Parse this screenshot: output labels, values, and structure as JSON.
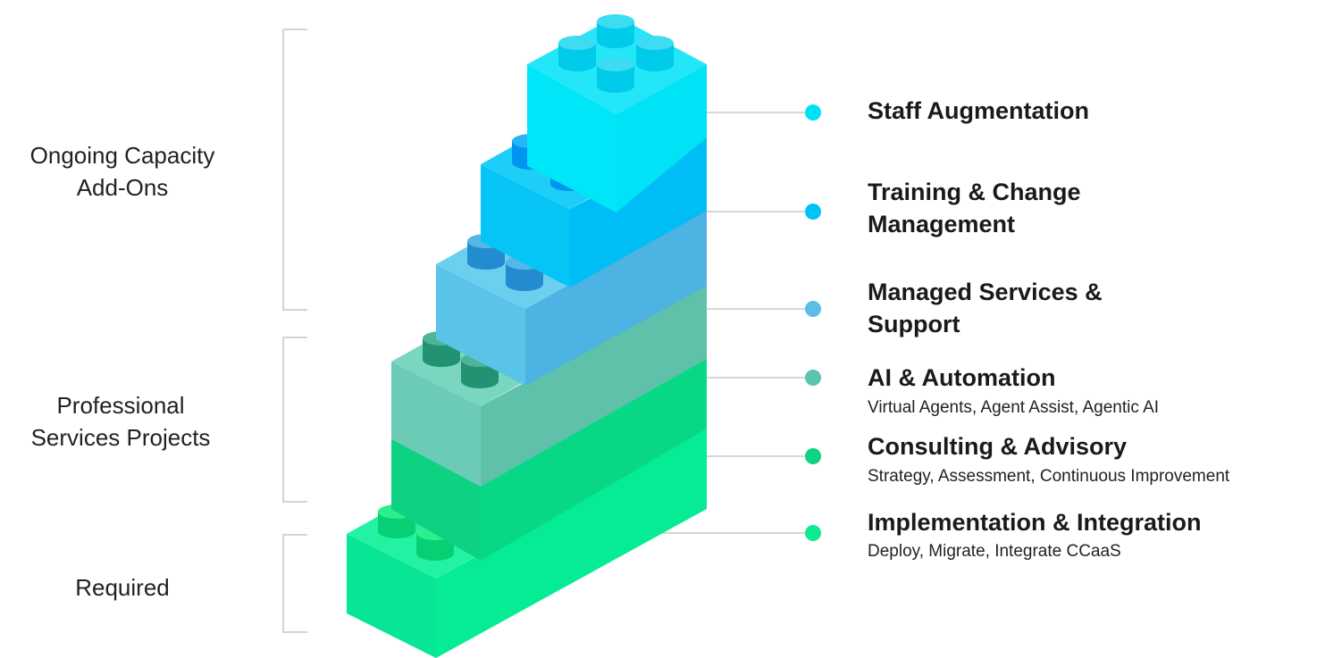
{
  "groups": {
    "ongoing": {
      "line1": "Ongoing Capacity",
      "line2": "Add-Ons"
    },
    "professional": {
      "line1": "Professional",
      "line2": "Services Projects"
    },
    "required": {
      "line1": "Required"
    }
  },
  "services": [
    {
      "title": "Staff Augmentation",
      "color": "#00e0f5"
    },
    {
      "title_line1": "Training & Change",
      "title_line2": "Management",
      "color": "#00c3f5"
    },
    {
      "title_line1": "Managed Services &",
      "title_line2": "Support",
      "color": "#5cbde6"
    },
    {
      "title": "AI & Automation",
      "subtitle": "Virtual Agents, Agent Assist, Agentic AI",
      "color": "#5cc3ad"
    },
    {
      "title": "Consulting & Advisory",
      "subtitle": "Strategy, Assessment, Continuous Improvement",
      "color": "#0ed385"
    },
    {
      "title": "Implementation & Integration",
      "subtitle": "Deploy, Migrate, Integrate CCaaS",
      "color": "#10ea8e"
    }
  ]
}
